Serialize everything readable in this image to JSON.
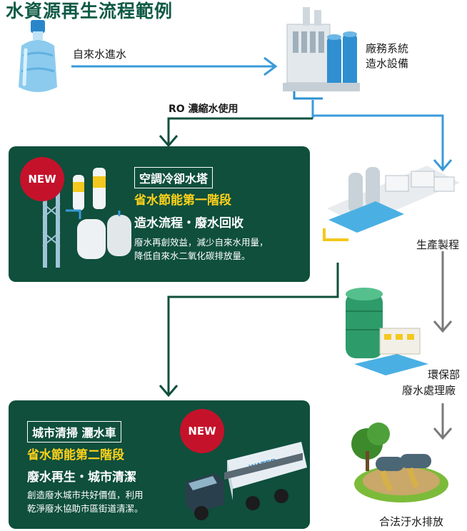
{
  "title": "水資源再生流程範例",
  "labels": {
    "tap_water": "自來水進水",
    "ro_use": "RO 濃縮水使用",
    "system_line1": "廠務系統",
    "system_line2": "造水設備",
    "production": "生產製程",
    "env_line1": "環保部",
    "env_line2": "廢水處理廠",
    "discharge": "合法汙水排放"
  },
  "panel1": {
    "badge": "NEW",
    "box_title": "空調冷卻水塔",
    "stage": "省水節能第一階段",
    "headline": "造水流程・廢水回收",
    "desc_line1": "廢水再創效益，減少自來水用量，",
    "desc_line2": "降低自來水二氧化碳排放量。"
  },
  "panel2": {
    "badge": "NEW",
    "box_title": "城市清掃 灑水車",
    "stage": "省水節能第二階段",
    "headline": "廢水再生・城市清潔",
    "desc_line1": "創造廢水城市共好價值，利用",
    "desc_line2": "乾淨廢水協助市區街道清潔。",
    "truck_text": "WATER"
  },
  "colors": {
    "dark_green": "#0f4f3c",
    "blue_arrow": "#3a9ad9",
    "grey_arrow": "#7a7a7a",
    "yellow": "#ffd21a",
    "badge_red": "#c5122b"
  }
}
